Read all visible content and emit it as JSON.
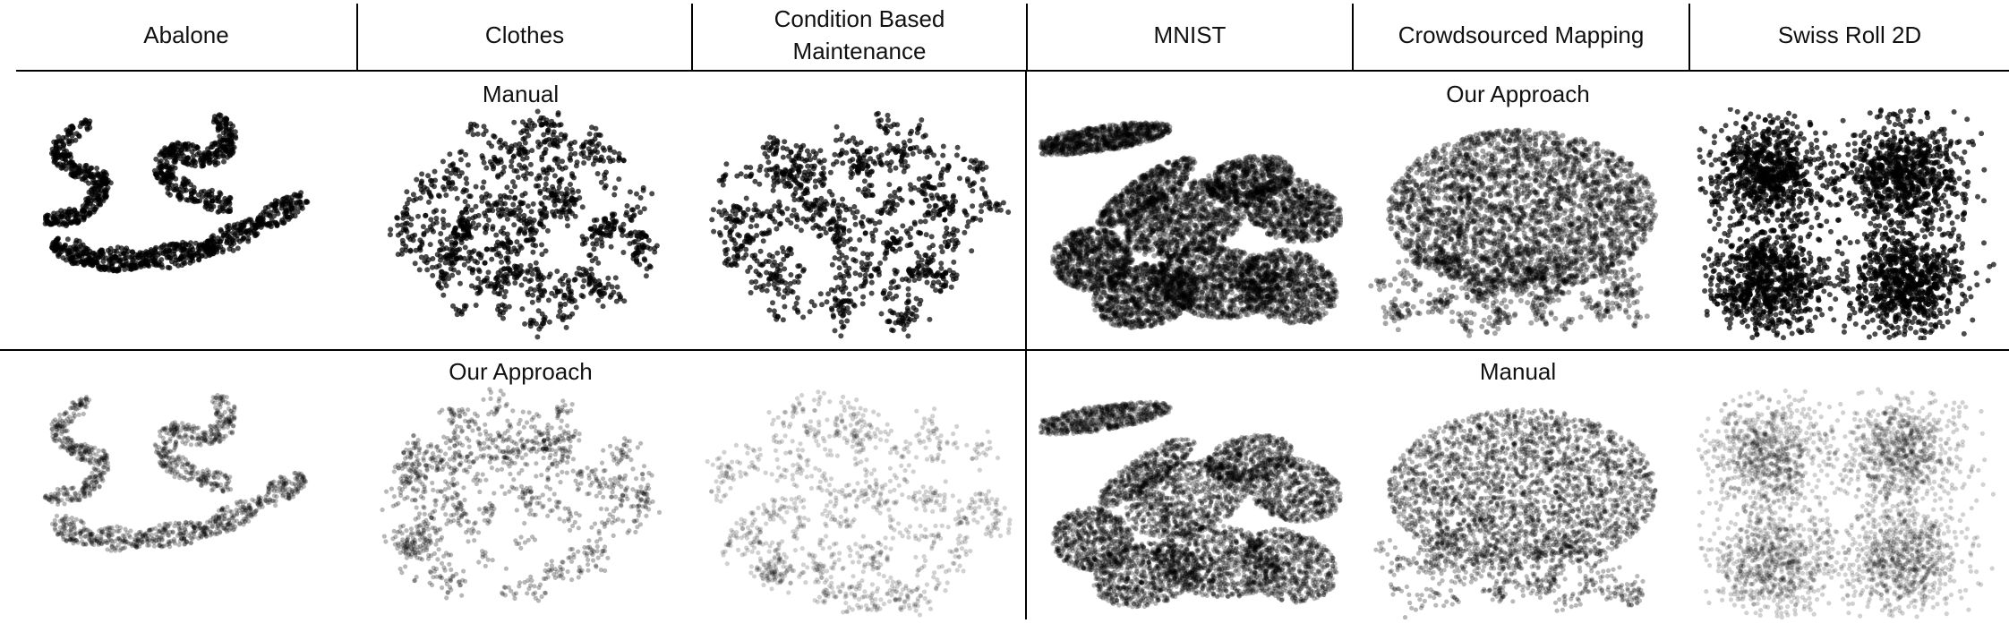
{
  "columns": [
    {
      "key": "abalone",
      "label": "Abalone"
    },
    {
      "key": "clothes",
      "label": "Clothes"
    },
    {
      "key": "cbm",
      "label": "Condition Based\nMaintenance"
    },
    {
      "key": "mnist",
      "label": "MNIST"
    },
    {
      "key": "crowdsourced",
      "label": "Crowdsourced Mapping"
    },
    {
      "key": "swiss",
      "label": "Swiss Roll 2D"
    }
  ],
  "row_labels": {
    "top_left": "Manual",
    "top_right": "Our Approach",
    "bottom_left": "Our Approach",
    "bottom_right": "Manual"
  },
  "rows": [
    {
      "key": "top",
      "style": "dark",
      "left_method": "Manual",
      "right_method": "Our Approach"
    },
    {
      "key": "bottom",
      "style": "light",
      "left_method": "Our Approach",
      "right_method": "Manual"
    }
  ],
  "colors": {
    "point": "#000000",
    "line": "#000000",
    "background": "#ffffff"
  }
}
